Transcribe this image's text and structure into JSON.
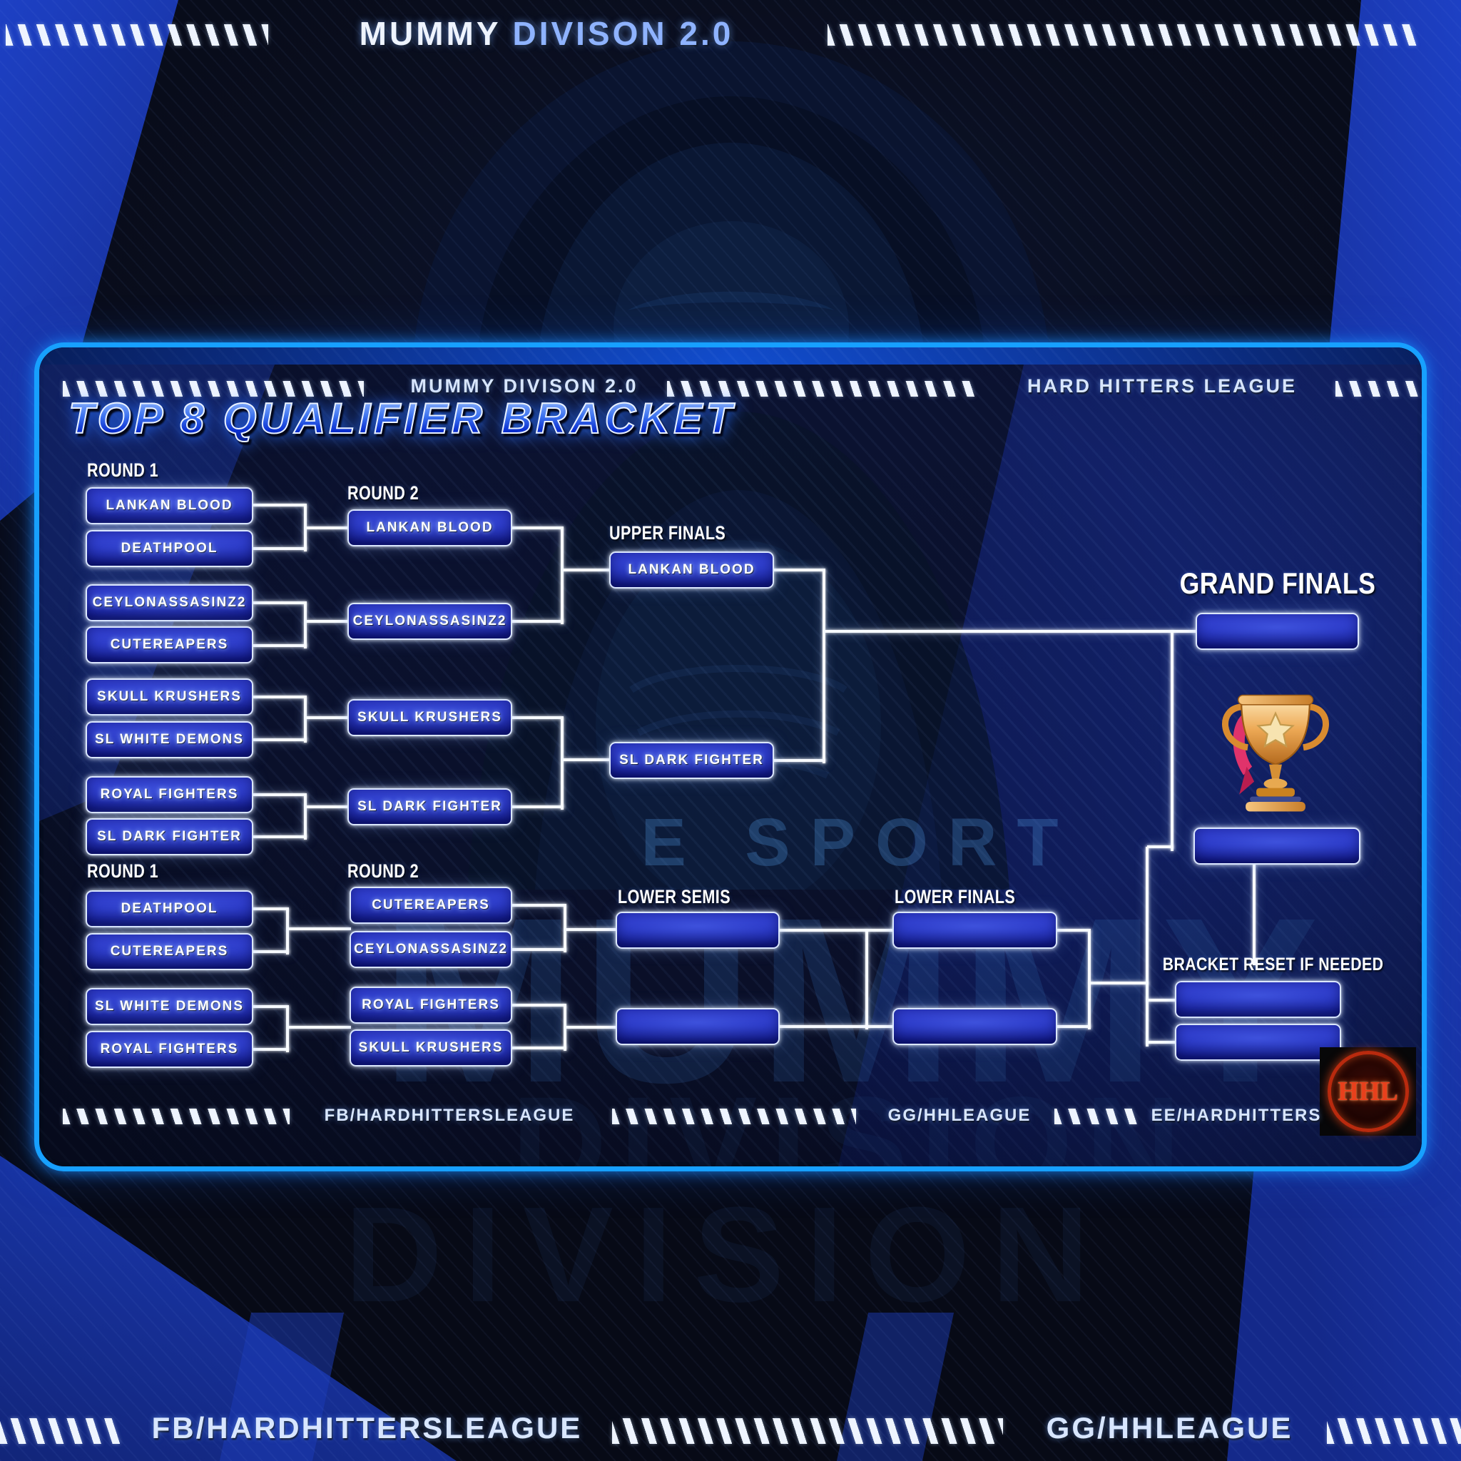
{
  "top_banner": {
    "word1": "MUMMY",
    "word2": "DIVISON 2.0"
  },
  "panel_header": {
    "left_title": "MUMMY DIVISON 2.0",
    "right_title": "HARD HITTERS LEAGUE"
  },
  "main_title": "TOP 8 QUALIFIER BRACKET",
  "labels": {
    "round1": "ROUND 1",
    "round2": "ROUND 2",
    "upper_finals": "UPPER FINALS",
    "grand_finals": "GRAND FINALS",
    "lower_semis": "LOWER SEMIS",
    "lower_finals": "LOWER FINALS",
    "bracket_reset": "BRACKET RESET IF NEEDED"
  },
  "teams": {
    "upper_r1": [
      "LANKAN BLOOD",
      "DEATHPOOL",
      "CEYLONASSASINZ2",
      "CUTEREAPERS",
      "SKULL KRUSHERS",
      "SL WHITE DEMONS",
      "ROYAL FIGHTERS",
      "SL DARK FIGHTER"
    ],
    "upper_r2": [
      "LANKAN BLOOD",
      "CEYLONASSASINZ2",
      "SKULL KRUSHERS",
      "SL DARK FIGHTER"
    ],
    "upper_finals": [
      "LANKAN BLOOD",
      "SL DARK FIGHTER"
    ],
    "grand_finals": [
      "",
      ""
    ],
    "lower_r1": [
      "DEATHPOOL",
      "CUTEREAPERS",
      "SL WHITE DEMONS",
      "ROYAL FIGHTERS"
    ],
    "lower_r2": [
      "CUTEREAPERS",
      "CEYLONASSASINZ2",
      "ROYAL FIGHTERS",
      "SKULL KRUSHERS"
    ],
    "lower_semis": [
      "",
      ""
    ],
    "lower_finals": [
      "",
      ""
    ],
    "bracket_reset": [
      "",
      ""
    ]
  },
  "watermark": {
    "line1": "E SPORT",
    "line2": "MUMMY",
    "line3": "DIVISION"
  },
  "panel_footer": {
    "fb": "FB/HARDHITTERSLEAGUE",
    "gg": "GG/HHLEAGUE",
    "ee": "EE/HARDHITTERS"
  },
  "page_footer": {
    "fb": "FB/HARDHITTERSLEAGUE",
    "gg": "GG/HHLEAGUE"
  },
  "logo": {
    "text": "HHL"
  },
  "icons": {
    "trophy": "trophy-icon",
    "hhl_logo": "hhl-dragon-logo"
  },
  "colors": {
    "panel_border": "#17a0ff",
    "box_fill_dark": "#0e1577",
    "box_fill_bright": "#2e3bd8",
    "box_border": "#dbe7ff",
    "connector": "#f8fbff",
    "cobalt_accent": "#16309c",
    "logo_red": "#b92a0e",
    "trophy_gold": "#e8a24b",
    "ribbon_pink": "#e0336b"
  }
}
